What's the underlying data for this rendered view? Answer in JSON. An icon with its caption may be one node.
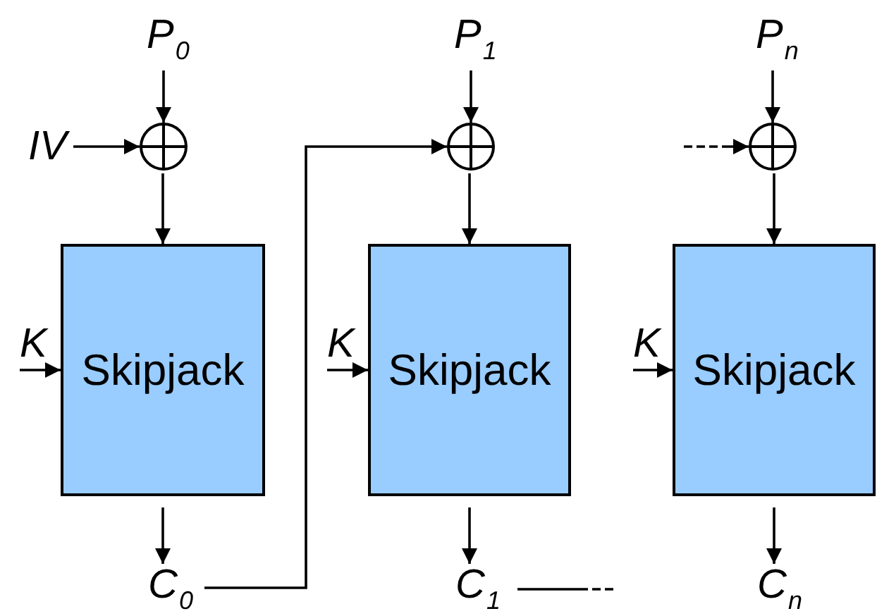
{
  "diagram": {
    "nodes": [
      {
        "text": [
          "P$_{0}$"
        ]
      },
      {
        "text": [
          "P$_{1}$"
        ]
      },
      {
        "text": [
          "P$_{n}$"
        ]
      },
      {
        "text": [
          "IV"
        ]
      },
      {
        "text": [],
        "shape": "circle"
      },
      {
        "text": [],
        "shape": "circle"
      },
      {
        "text": [],
        "shape": "circle"
      },
      {
        "text": [
          "K"
        ]
      },
      {
        "text": [
          "Skipjack"
        ]
      },
      {
        "text": [
          "K"
        ]
      },
      {
        "text": [
          "Skipjack"
        ]
      },
      {
        "text": [
          "K"
        ]
      },
      {
        "text": [
          "Skipjack"
        ]
      },
      {
        "text": [
          "C$_{0}$"
        ]
      },
      {
        "text": [
          "C$_{1}$"
        ]
      },
      {
        "text": [
          "C$_{n}$"
        ]
      }
    ],
    "edges": [
      {
        "from": 0,
        "to": 4,
        "arrow": "to"
      },
      {
        "from": 3,
        "to": 4,
        "arrow": "to"
      },
      {
        "from": 4,
        "to": 8,
        "arrow": "to"
      },
      {
        "from": 7,
        "to": 8,
        "arrow": "to"
      },
      {
        "from": 8,
        "to": 13,
        "arrow": "to"
      },
      {
        "from": 13,
        "to": 5,
        "arrow": "to"
      },
      {
        "from": 1,
        "to": 5,
        "arrow": "to"
      },
      {
        "from": 5,
        "to": 10,
        "arrow": "to"
      },
      {
        "from": 9,
        "to": 10,
        "arrow": "to"
      },
      {
        "from": 10,
        "to": 14,
        "arrow": "to"
      },
      {
        "from": 14,
        "to": null,
        "arrow": "none",
        "style": "dashed"
      },
      {
        "from": null,
        "to": 6,
        "arrow": "to",
        "style": "dashed"
      },
      {
        "from": 2,
        "to": 6,
        "arrow": "to"
      },
      {
        "from": 6,
        "to": 12,
        "arrow": "to"
      },
      {
        "from": 11,
        "to": 12,
        "arrow": "to"
      },
      {
        "from": 12,
        "to": 15,
        "arrow": "to"
      }
    ]
  }
}
